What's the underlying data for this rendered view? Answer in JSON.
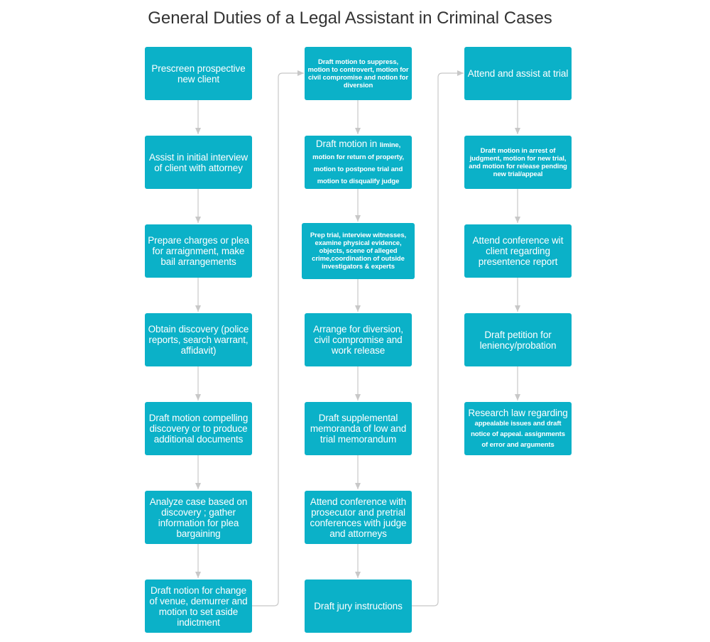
{
  "title": "General Duties of a Legal Assistant in Criminal Cases",
  "colors": {
    "node_fill": "#0bb1c8",
    "node_text": "#ffffff",
    "connector": "#c8c8c8",
    "title": "#333333"
  },
  "columns": [
    {
      "nodes": [
        {
          "id": "c1n1",
          "text": "Prescreen prospective new client"
        },
        {
          "id": "c1n2",
          "text": "Assist in initial interview of client with attorney"
        },
        {
          "id": "c1n3",
          "text": "Prepare charges or plea for arraignment, make bail arrangements"
        },
        {
          "id": "c1n4",
          "text": "Obtain discovery (police reports, search warrant, affidavit)"
        },
        {
          "id": "c1n5",
          "text": "Draft motion compelling discovery or to produce additional documents"
        },
        {
          "id": "c1n6",
          "text": "Analyze case based on discovery ; gather information for plea bargaining"
        },
        {
          "id": "c1n7",
          "text": "Draft notion for change of venue, demurrer and motion to set aside indictment"
        }
      ]
    },
    {
      "nodes": [
        {
          "id": "c2n1",
          "text": "Draft motion to suppress, motion to controvert, motion for civil compromise and notion for diversion"
        },
        {
          "id": "c2n2",
          "lead": "Draft motion in",
          "text": "limine, motion for return of property, motion to postpone trial and motion to disqualify judge"
        },
        {
          "id": "c2n3",
          "text": "Prep trial, interview witnesses, examine physical evidence, objects, scene of alleged crime,coordination of outside investigators & experts"
        },
        {
          "id": "c2n4",
          "text": "Arrange for diversion, civil compromise and work release"
        },
        {
          "id": "c2n5",
          "text": "Draft supplemental memoranda of low and trial memorandum"
        },
        {
          "id": "c2n6",
          "text": "Attend conference with prosecutor and pretrial conferences with judge and attorneys"
        },
        {
          "id": "c2n7",
          "text": "Draft jury instructions"
        }
      ]
    },
    {
      "nodes": [
        {
          "id": "c3n1",
          "text": "Attend and assist at trial"
        },
        {
          "id": "c3n2",
          "text": "Draft motion in arrest of judgment, motion for new trial, and motion for release pending new trial/appeal"
        },
        {
          "id": "c3n3",
          "text": "Attend conference wit client regarding presentence report"
        },
        {
          "id": "c3n4",
          "text": "Draft petition for leniency/probation"
        },
        {
          "id": "c3n5",
          "lead": "Research law regarding",
          "text": "appealable issues and draft notice of appeal. assignments of error and arguments"
        }
      ]
    }
  ]
}
